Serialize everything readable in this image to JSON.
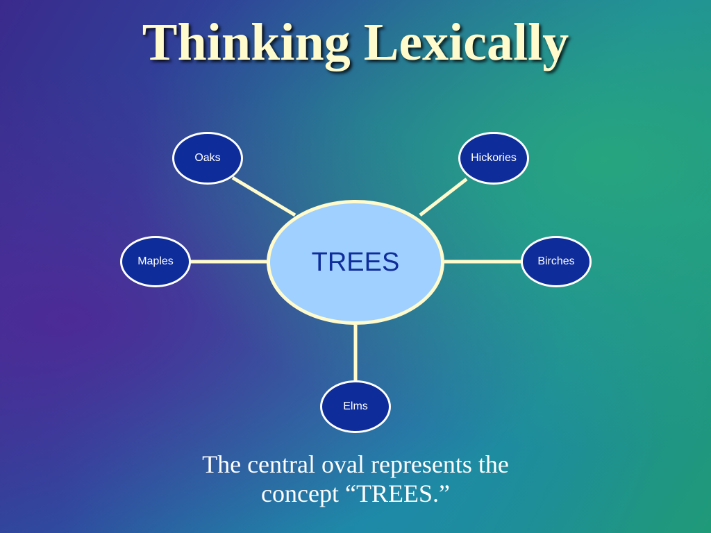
{
  "title": "Thinking Lexically",
  "diagram": {
    "center": "TREES",
    "nodes": {
      "oaks": "Oaks",
      "hickories": "Hickories",
      "maples": "Maples",
      "birches": "Birches",
      "elms": "Elms"
    }
  },
  "caption": {
    "line1": "The central oval represents the",
    "line2": "concept “TREES.”"
  },
  "colors": {
    "node_fill": "#0f2d9a",
    "center_fill": "#9fd0ff",
    "title": "#fffbcc",
    "connector": "#fffbcc"
  }
}
